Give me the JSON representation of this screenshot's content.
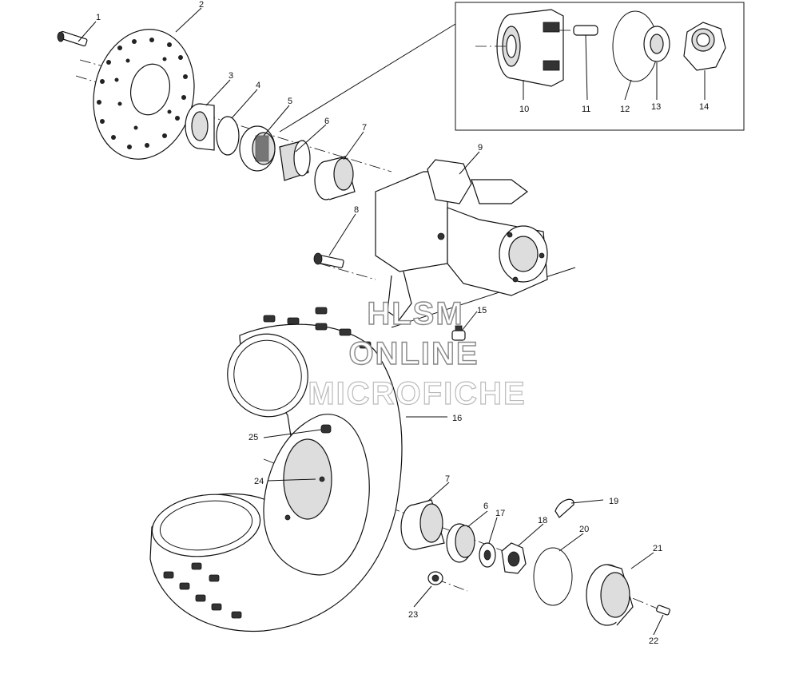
{
  "parts": [
    {
      "id": "1",
      "label": "1"
    },
    {
      "id": "2",
      "label": "2"
    },
    {
      "id": "3",
      "label": "3"
    },
    {
      "id": "4",
      "label": "4"
    },
    {
      "id": "5",
      "label": "5"
    },
    {
      "id": "6a",
      "label": "6"
    },
    {
      "id": "7a",
      "label": "7"
    },
    {
      "id": "8",
      "label": "8"
    },
    {
      "id": "9",
      "label": "9"
    },
    {
      "id": "10",
      "label": "10"
    },
    {
      "id": "11",
      "label": "11"
    },
    {
      "id": "12",
      "label": "12"
    },
    {
      "id": "13",
      "label": "13"
    },
    {
      "id": "14",
      "label": "14"
    },
    {
      "id": "15",
      "label": "15"
    },
    {
      "id": "16",
      "label": "16"
    },
    {
      "id": "6b",
      "label": "6"
    },
    {
      "id": "7b",
      "label": "7"
    },
    {
      "id": "17",
      "label": "17"
    },
    {
      "id": "18",
      "label": "18"
    },
    {
      "id": "19",
      "label": "19"
    },
    {
      "id": "20",
      "label": "20"
    },
    {
      "id": "21",
      "label": "21"
    },
    {
      "id": "22",
      "label": "22"
    },
    {
      "id": "23",
      "label": "23"
    },
    {
      "id": "24",
      "label": "24"
    },
    {
      "id": "25",
      "label": "25"
    }
  ],
  "watermark": {
    "line1": "HLSM",
    "line2": "ONLINE",
    "line3": "MICROFICHE"
  }
}
